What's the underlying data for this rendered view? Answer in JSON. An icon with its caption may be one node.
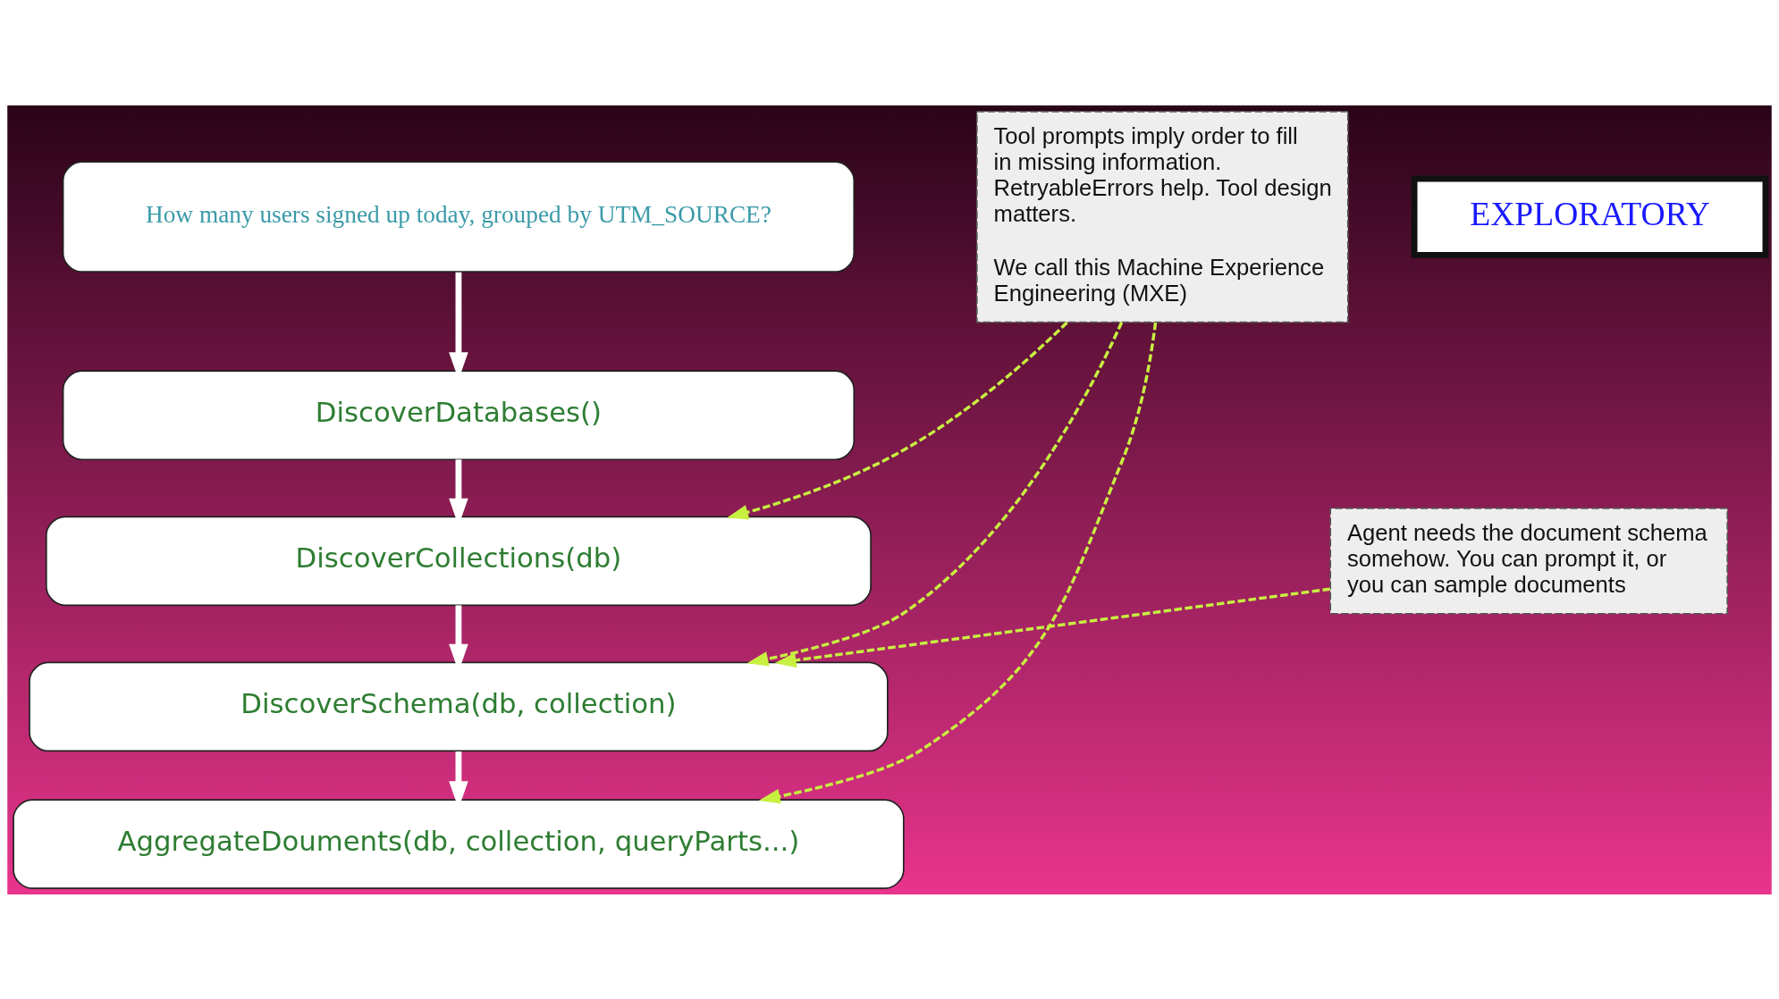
{
  "diagram": {
    "nodes": [
      {
        "text": [
          "How many users signed up today, grouped by UTM_SOURCE?"
        ]
      },
      {
        "text": [
          "DiscoverDatabases()"
        ]
      },
      {
        "text": [
          "DiscoverCollections(db)"
        ]
      },
      {
        "text": [
          "DiscoverSchema(db, collection)"
        ]
      },
      {
        "text": [
          "AggregateDouments(db, collection, queryParts...)"
        ]
      },
      {
        "text": [
          "Tool prompts imply order to fill in missing information. RetryableErrors help. Tool design matters.",
          "We call this Machine Experience Engineering (MXE)"
        ]
      },
      {
        "text": [
          "Agent needs the document schema somehow. You can prompt it, or you can sample documents"
        ]
      },
      {
        "text": [
          "EXPLORATORY"
        ]
      }
    ],
    "edges": [
      {
        "from": 0,
        "to": 1,
        "arrow": "to",
        "style": "thick",
        "color": "#ffffff"
      },
      {
        "from": 1,
        "to": 2,
        "arrow": "to",
        "style": "thick",
        "color": "#ffffff"
      },
      {
        "from": 2,
        "to": 3,
        "arrow": "to",
        "style": "thick",
        "color": "#ffffff"
      },
      {
        "from": 3,
        "to": 4,
        "arrow": "to",
        "style": "thick",
        "color": "#ffffff"
      },
      {
        "from": 5,
        "to": 2,
        "arrow": "to",
        "style": "dashed",
        "color": "#c8f040"
      },
      {
        "from": 5,
        "to": 3,
        "arrow": "to",
        "style": "dashed",
        "color": "#c8f040"
      },
      {
        "from": 5,
        "to": 4,
        "arrow": "to",
        "style": "dashed",
        "color": "#c8f040"
      },
      {
        "from": 6,
        "to": 3,
        "arrow": "to",
        "style": "dashed",
        "color": "#c8f040"
      }
    ]
  }
}
